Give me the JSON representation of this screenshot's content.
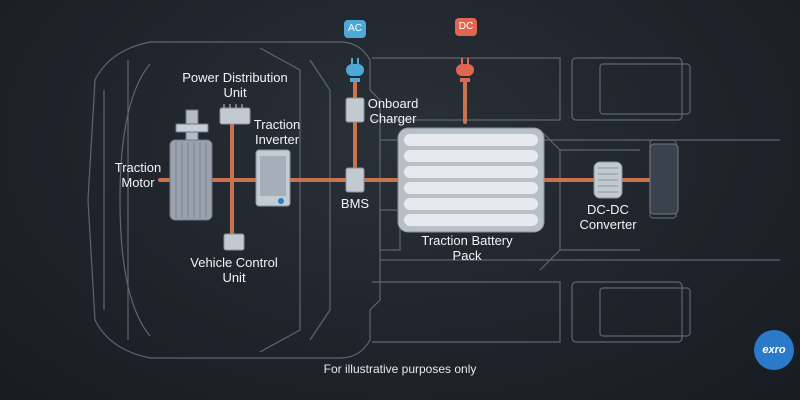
{
  "colors": {
    "power_line": "#c9724f",
    "ac_tag": "#4fa9d6",
    "dc_tag": "#e0664f",
    "logo_bg": "#2b79c9",
    "outline": "#5c6672",
    "component": "#9aa3ad"
  },
  "tags": {
    "ac": "AC",
    "dc": "DC"
  },
  "labels": {
    "power_distribution_unit": "Power Distribution\nUnit",
    "traction_inverter": "Traction\nInverter",
    "traction_motor": "Traction\nMotor",
    "vehicle_control_unit": "Vehicle Control\nUnit",
    "onboard_charger": "Onboard\nCharger",
    "bms": "BMS",
    "traction_battery_pack": "Traction Battery\nPack",
    "dc_dc_converter": "DC-DC\nConverter"
  },
  "footer": "For illustrative purposes only",
  "logo": {
    "text": "exro"
  }
}
